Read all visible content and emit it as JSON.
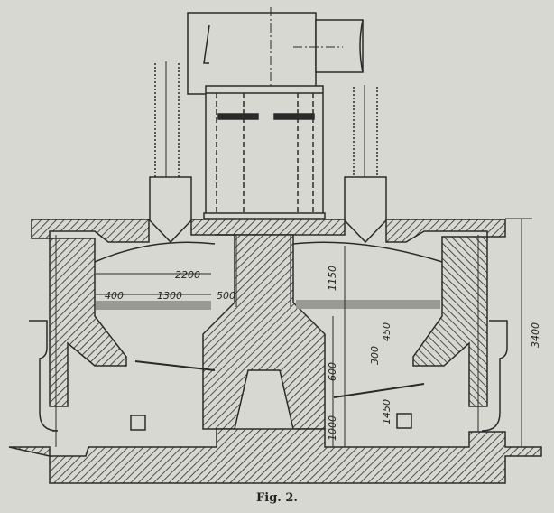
{
  "figure": {
    "caption": "Fig. 2.",
    "dimensions": {
      "chamber_width": "2200",
      "left_offset": "400",
      "middle_span": "1300",
      "right_offset": "500",
      "upper_height": "1150",
      "step_a": "450",
      "step_b": "300",
      "shelf_height": "600",
      "lower_height": "1450",
      "base_height": "1000",
      "total_height": "3400"
    },
    "colors": {
      "paper": "#d8d8d3",
      "ink": "#2a2a2a"
    }
  }
}
